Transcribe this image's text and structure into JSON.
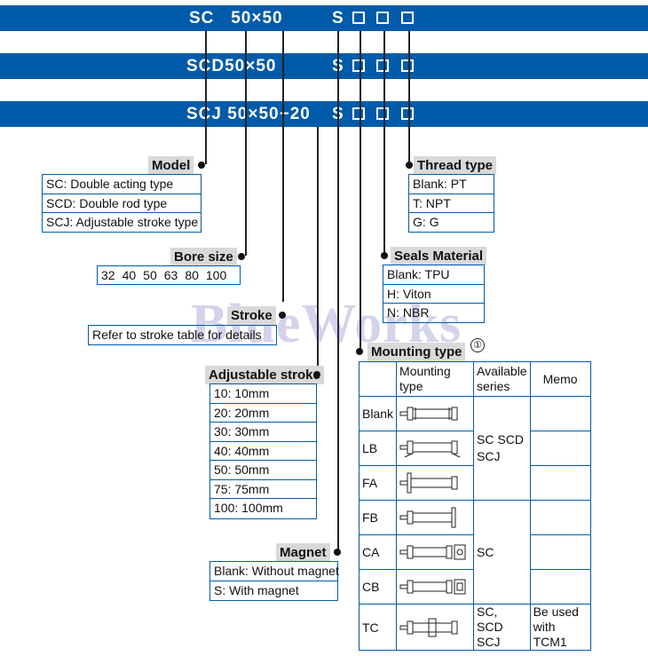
{
  "bars": [
    {
      "code": "SC   50×50",
      "suffix": "S"
    },
    {
      "code": "SCD50×50",
      "suffix": "S"
    },
    {
      "code": "SCJ 50×50−20",
      "suffix": "S"
    }
  ],
  "model": {
    "title": "Model",
    "items": [
      "SC: Double acting type",
      "SCD: Double rod type",
      "SCJ: Adjustable stroke type"
    ]
  },
  "bore": {
    "title": "Bore size",
    "values": [
      "32",
      "40",
      "50",
      "63",
      "80",
      "100"
    ]
  },
  "stroke": {
    "title": "Stroke",
    "note": "Refer to stroke table for details"
  },
  "adjustable": {
    "title": "Adjustable stroke",
    "items": [
      "10: 10mm",
      "20: 20mm",
      "30: 30mm",
      "40: 40mm",
      "50: 50mm",
      "75: 75mm",
      "100: 100mm"
    ]
  },
  "magnet": {
    "title": "Magnet",
    "items": [
      "Blank: Without magnet",
      "S: With magnet"
    ]
  },
  "thread": {
    "title": "Thread type",
    "items": [
      "Blank: PT",
      "T: NPT",
      "G: G"
    ]
  },
  "seals": {
    "title": "Seals Material",
    "items": [
      "Blank: TPU",
      "H: Viton",
      "N: NBR"
    ]
  },
  "mounting": {
    "title": "Mounting type",
    "circled": "①",
    "headers": [
      "Mounting type",
      "Available series",
      "Memo"
    ],
    "rows": [
      {
        "code": "Blank",
        "series": "SC SCD SCJ",
        "memo": ""
      },
      {
        "code": "LB"
      },
      {
        "code": "FA"
      },
      {
        "code": "FB",
        "series": "SC",
        "memo": ""
      },
      {
        "code": "CA"
      },
      {
        "code": "CB"
      },
      {
        "code": "TC",
        "series": "SC, SCD SCJ",
        "memo": "Be used with TCM1"
      }
    ]
  },
  "watermark": "BlueWorks",
  "colors": {
    "bar": "#005bab",
    "label_bg": "#d9d9d9",
    "border": "#005bab"
  }
}
